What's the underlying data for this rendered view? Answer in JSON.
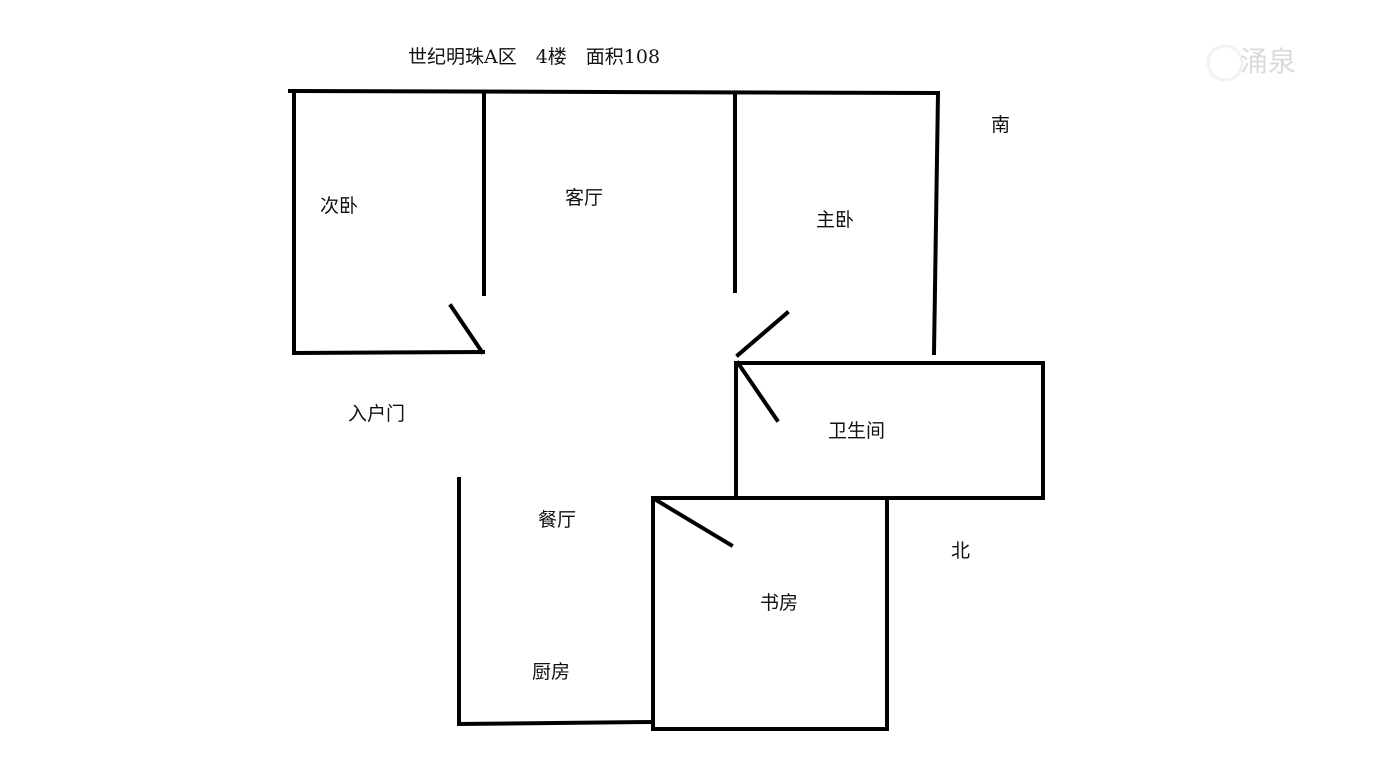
{
  "title": "世纪明珠A区　4楼　面积108",
  "rooms": {
    "second_bedroom": "次卧",
    "living_room": "客厅",
    "master_bedroom": "主卧",
    "entrance": "入户门",
    "bathroom": "卫生间",
    "dining_room": "餐厅",
    "study": "书房",
    "kitchen": "厨房"
  },
  "directions": {
    "south": "南",
    "north": "北"
  },
  "watermark": "涌泉",
  "line_color": "#000000"
}
